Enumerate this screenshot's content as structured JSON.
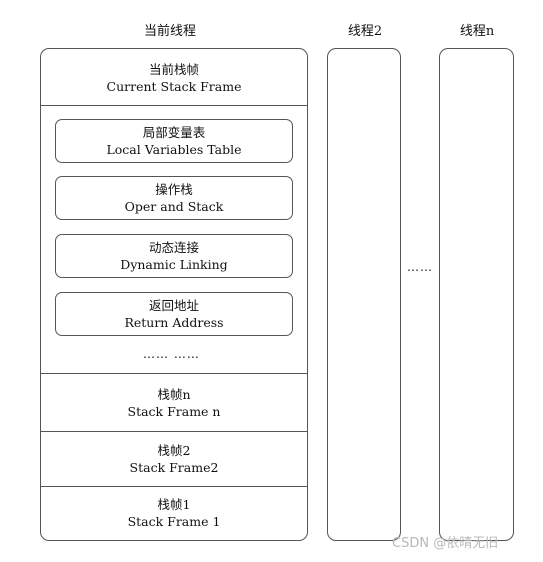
{
  "titles": {
    "current_thread": "当前线程",
    "thread2": "线程2",
    "threadn": "线程n"
  },
  "current_frame": {
    "zh": "当前栈帧",
    "en": "Current Stack Frame"
  },
  "frame_parts": [
    {
      "zh": "局部变量表",
      "en": "Local Variables Table"
    },
    {
      "zh": "操作栈",
      "en": "Oper and Stack"
    },
    {
      "zh": "动态连接",
      "en": "Dynamic Linking"
    },
    {
      "zh": "返回地址",
      "en": "Return Address"
    }
  ],
  "frame_parts_ellipsis": "…… ……",
  "frames": [
    {
      "zh": "栈帧n",
      "en": "Stack Frame n"
    },
    {
      "zh": "栈帧2",
      "en": "Stack Frame2"
    },
    {
      "zh": "栈帧1",
      "en": "Stack Frame 1"
    }
  ],
  "between_threads_ellipsis": "……",
  "watermark": "CSDN @依晴无旧"
}
